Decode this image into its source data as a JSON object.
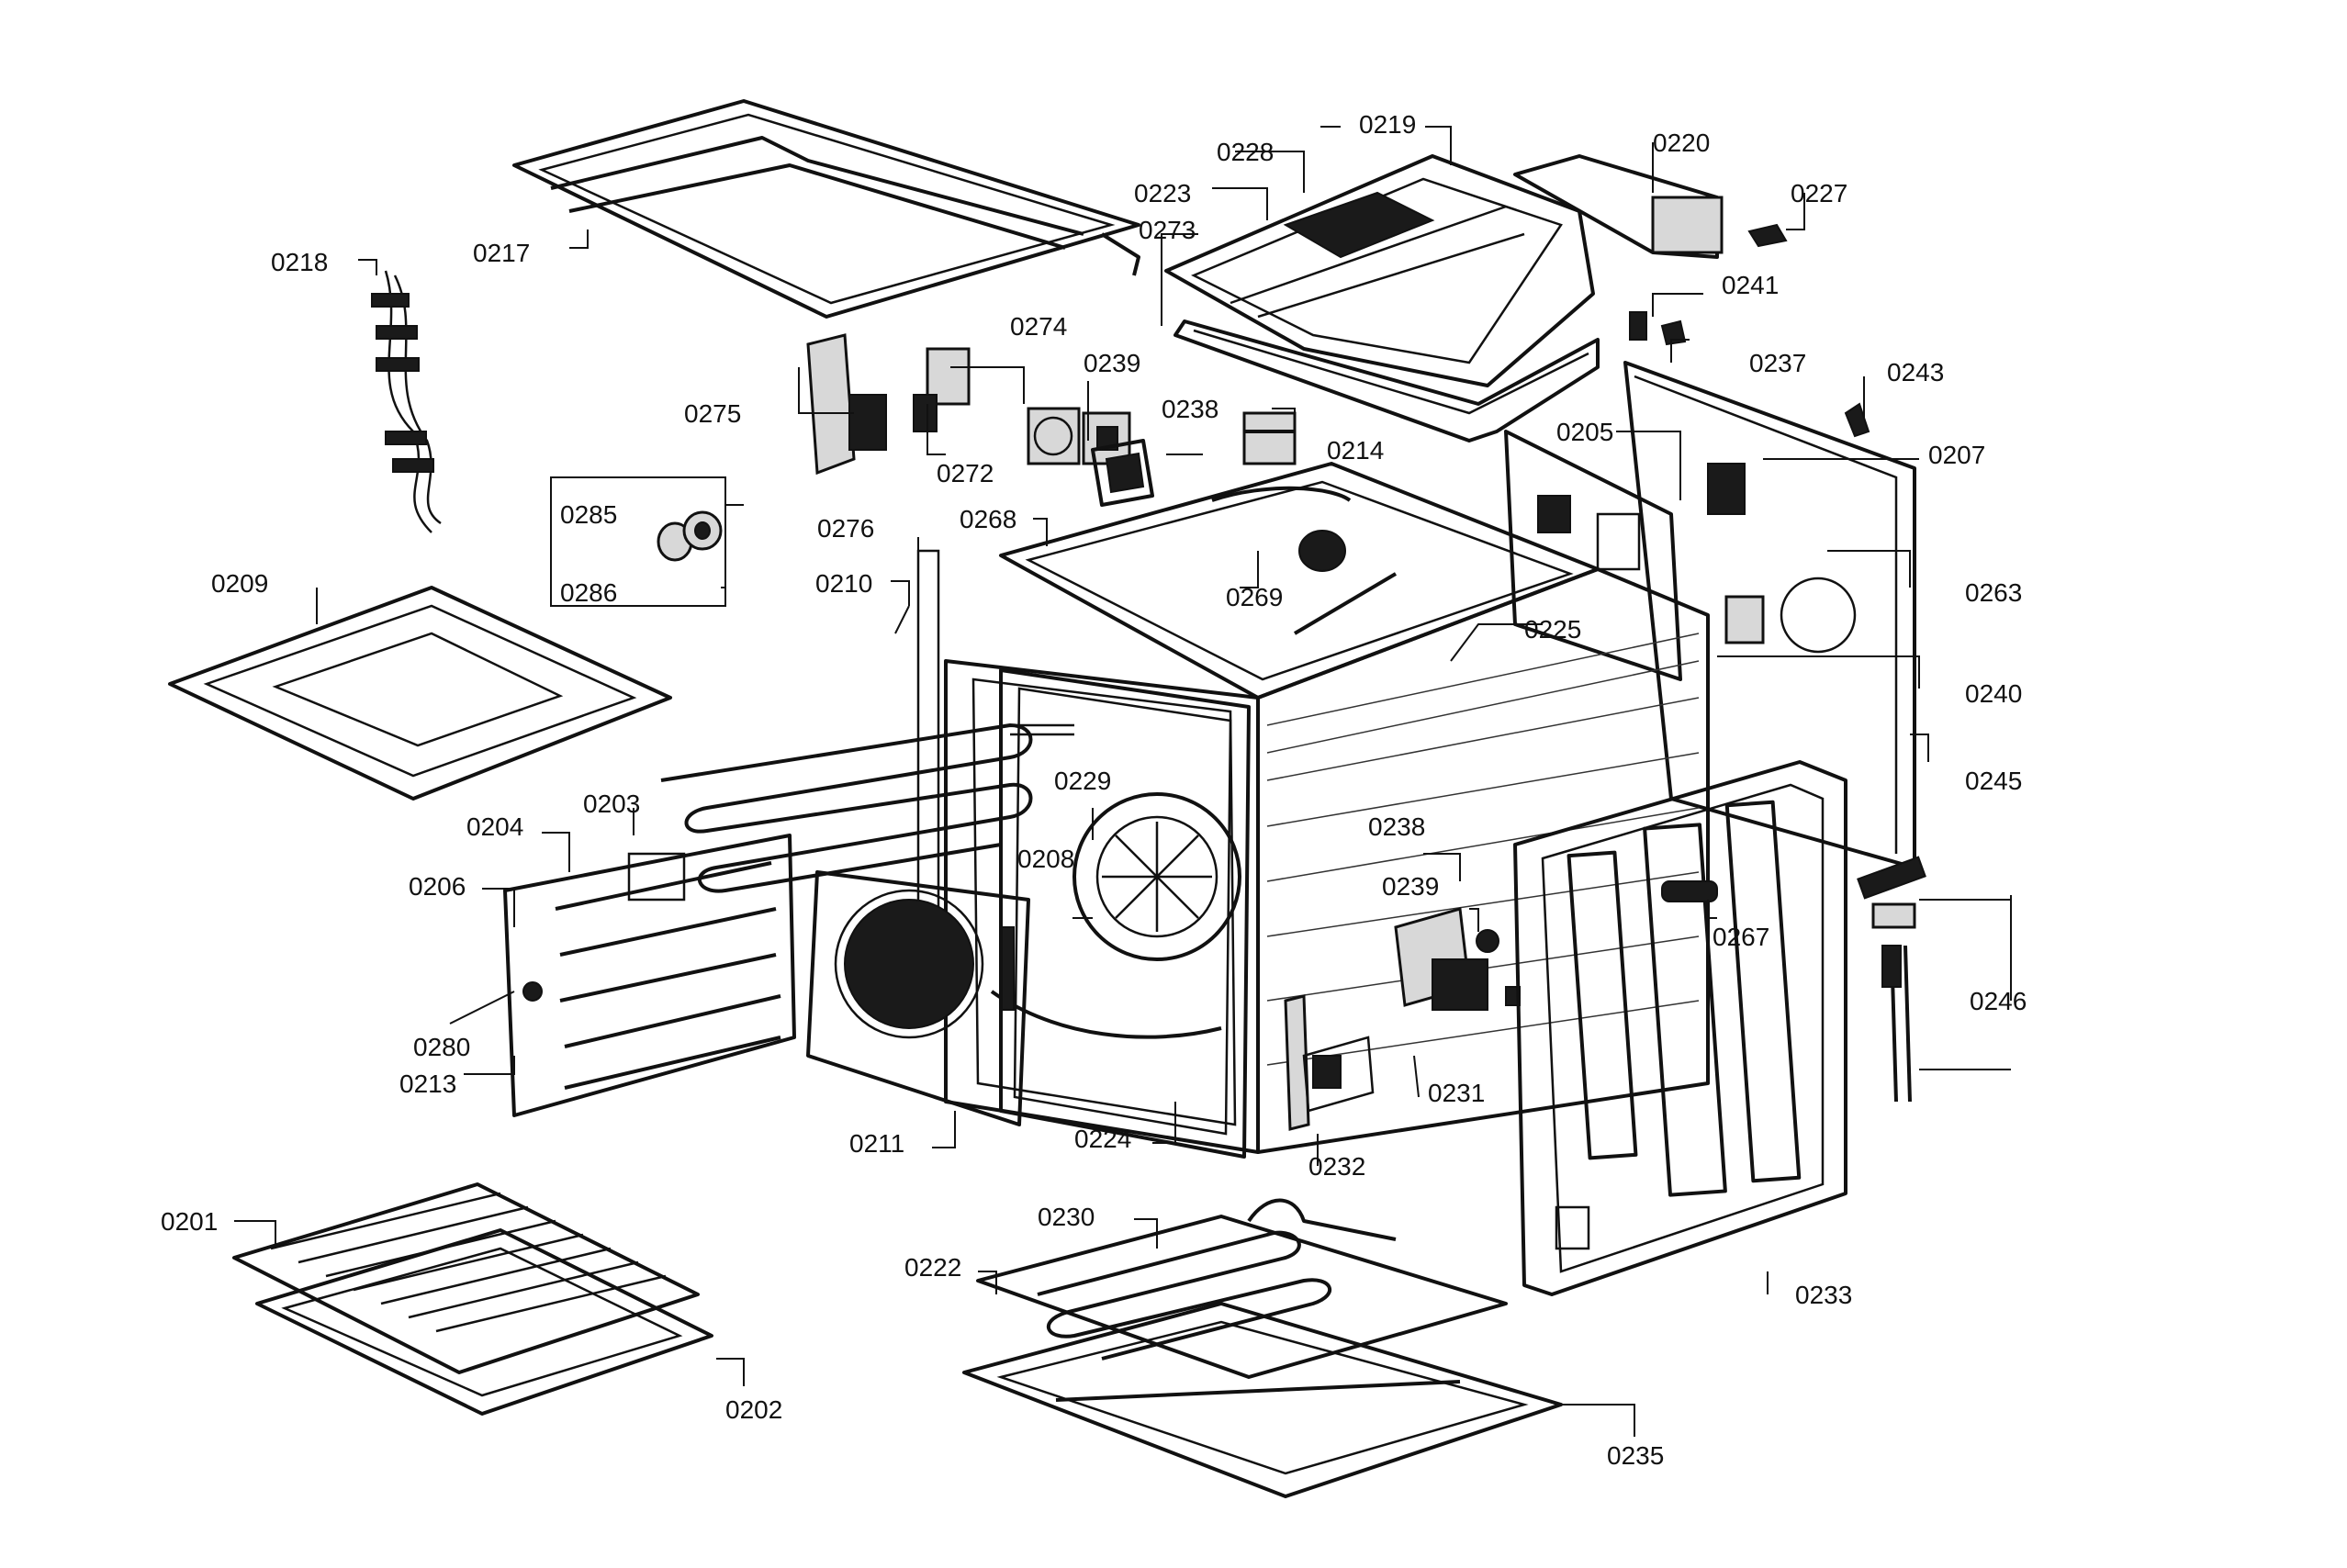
{
  "diagram": {
    "labels": [
      {
        "id": "0201"
      },
      {
        "id": "0202"
      },
      {
        "id": "0203"
      },
      {
        "id": "0204"
      },
      {
        "id": "0205"
      },
      {
        "id": "0206"
      },
      {
        "id": "0207"
      },
      {
        "id": "0208"
      },
      {
        "id": "0209"
      },
      {
        "id": "0210"
      },
      {
        "id": "0211"
      },
      {
        "id": "0213"
      },
      {
        "id": "0214"
      },
      {
        "id": "0217"
      },
      {
        "id": "0218"
      },
      {
        "id": "0219"
      },
      {
        "id": "0220"
      },
      {
        "id": "0222"
      },
      {
        "id": "0223"
      },
      {
        "id": "0224"
      },
      {
        "id": "0225"
      },
      {
        "id": "0227"
      },
      {
        "id": "0228"
      },
      {
        "id": "0229"
      },
      {
        "id": "0230"
      },
      {
        "id": "0231"
      },
      {
        "id": "0232"
      },
      {
        "id": "0233"
      },
      {
        "id": "0235"
      },
      {
        "id": "0237"
      },
      {
        "id": "0238"
      },
      {
        "id": "0238"
      },
      {
        "id": "0239"
      },
      {
        "id": "0239"
      },
      {
        "id": "0240"
      },
      {
        "id": "0241"
      },
      {
        "id": "0243"
      },
      {
        "id": "0245"
      },
      {
        "id": "0246"
      },
      {
        "id": "0263"
      },
      {
        "id": "0267"
      },
      {
        "id": "0268"
      },
      {
        "id": "0269"
      },
      {
        "id": "0272"
      },
      {
        "id": "0273"
      },
      {
        "id": "0274"
      },
      {
        "id": "0275"
      },
      {
        "id": "0276"
      },
      {
        "id": "0280"
      },
      {
        "id": "0285"
      },
      {
        "id": "0286"
      }
    ]
  }
}
